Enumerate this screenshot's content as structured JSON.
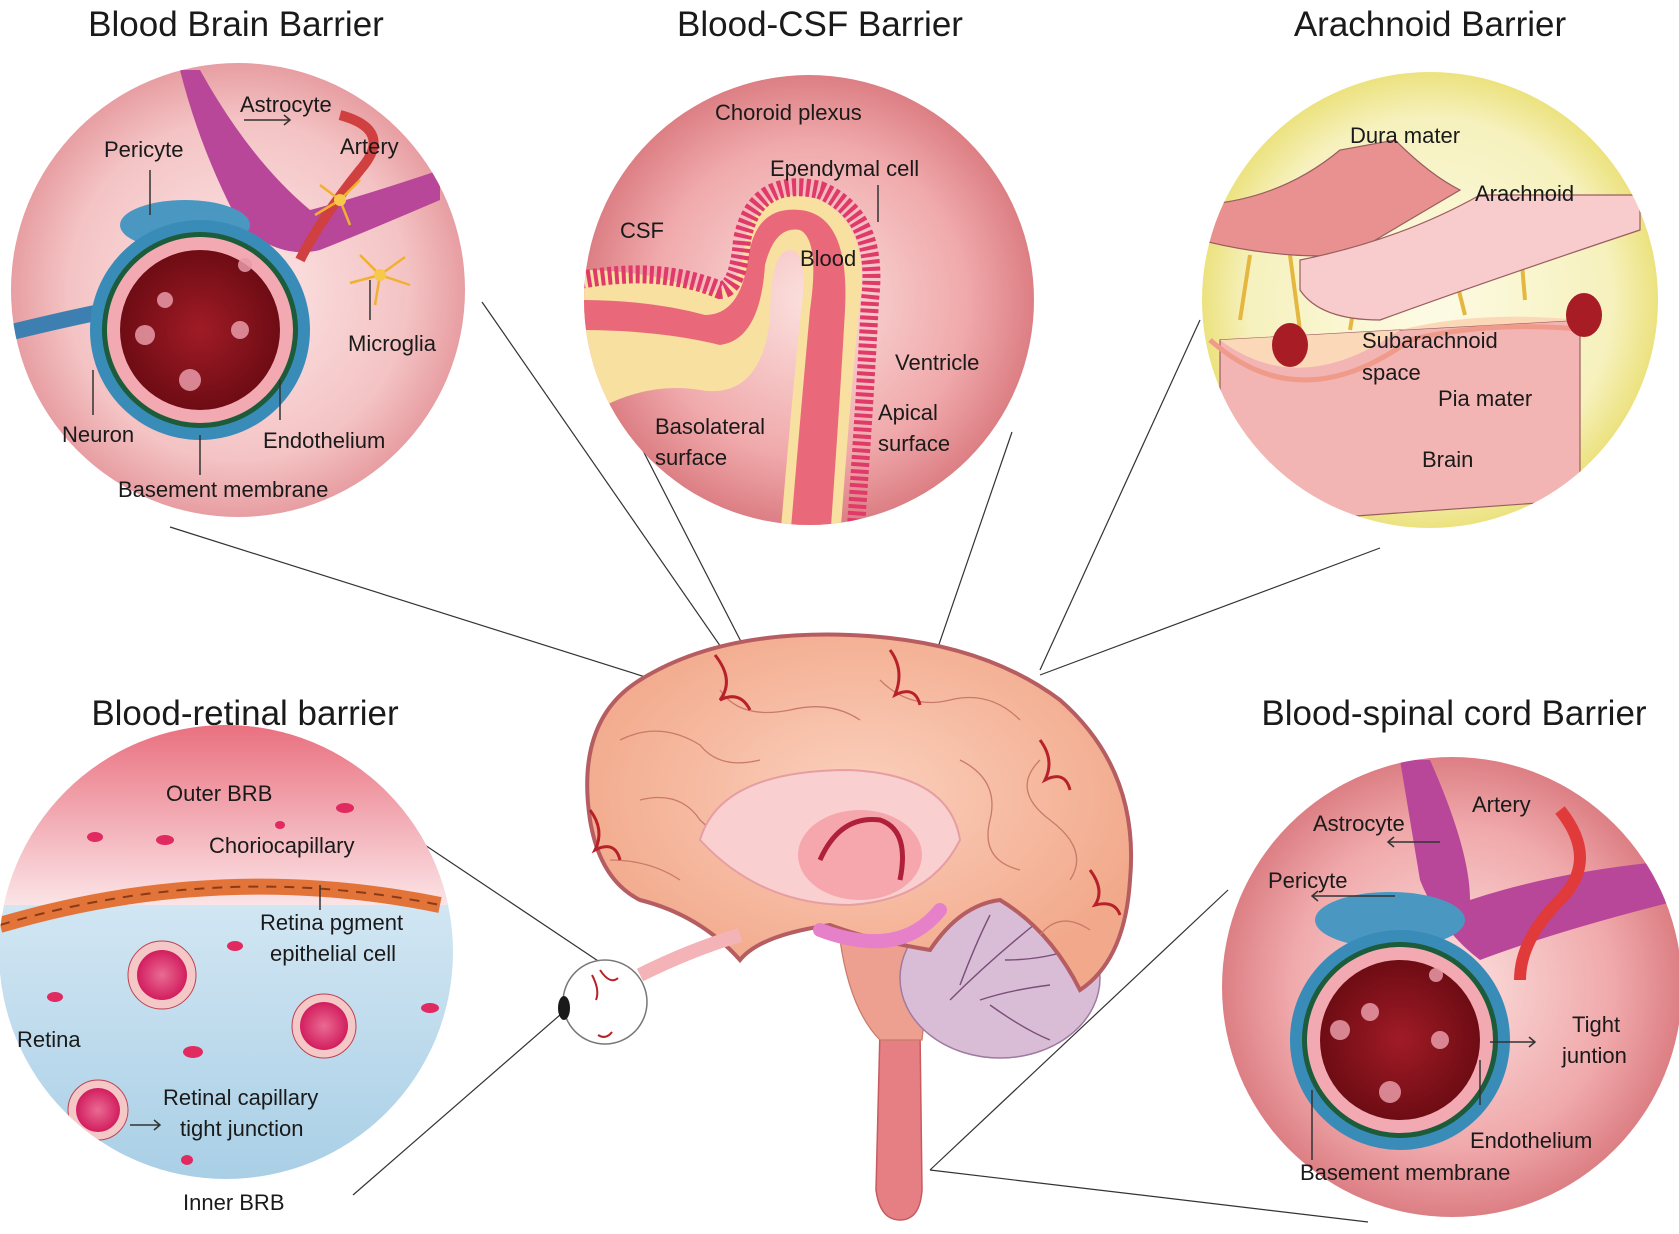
{
  "titles": {
    "bbb": "Blood Brain Barrier",
    "bcsf": "Blood-CSF Barrier",
    "arachnoid": "Arachnoid Barrier",
    "retinal": "Blood-retinal barrier",
    "spinal": "Blood-spinal cord Barrier"
  },
  "bbb": {
    "astrocyte": "Astrocyte",
    "pericyte": "Pericyte",
    "artery": "Artery",
    "microglia": "Microglia",
    "neuron": "Neuron",
    "endothelium": "Endothelium",
    "basement_membrane": "Basement membrane"
  },
  "bcsf": {
    "choroid_plexus": "Choroid plexus",
    "ependymal_cell": "Ependymal cell",
    "csf": "CSF",
    "blood": "Blood",
    "ventricle": "Ventricle",
    "basolateral_1": "Basolateral",
    "basolateral_2": "surface",
    "apical_1": "Apical",
    "apical_2": "surface"
  },
  "arachnoid": {
    "dura_mater": "Dura mater",
    "arachnoid": "Arachnoid",
    "subarachnoid_1": "Subarachnoid",
    "subarachnoid_2": "space",
    "pia_mater": "Pia mater",
    "brain": "Brain"
  },
  "retinal": {
    "outer_brb": "Outer BRB",
    "choriocapillary": "Choriocapillary",
    "rpe_1": "Retina pgment",
    "rpe_2": "epithelial cell",
    "retina": "Retina",
    "capillary_1": "Retinal capillary",
    "capillary_2": "tight junction",
    "inner_brb": "Inner BRB"
  },
  "spinal": {
    "astrocyte": "Astrocyte",
    "artery": "Artery",
    "pericyte": "Pericyte",
    "tight_1": "Tight",
    "tight_2": "juntion",
    "endothelium": "Endothelium",
    "basement_membrane": "Basement membrane"
  },
  "colors": {
    "circle_pink": "#f2b6b8",
    "retina_blue": "#c9e2f0",
    "arachnoid_yellow": "#f4f0b0",
    "brain_tissue": "#f5b49a",
    "vessel_red": "#b8202a",
    "lumen_dark": "#7a0f18",
    "pericyte_blue": "#3d8fb8",
    "astrocyte_magenta": "#c2449a"
  }
}
